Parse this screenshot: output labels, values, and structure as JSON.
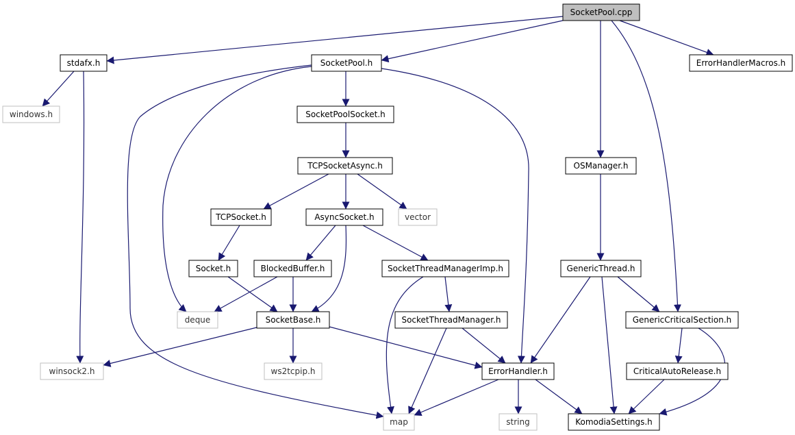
{
  "colors": {
    "edge": "#191970",
    "node_border": "#000000",
    "external_border": "#bfbfbf",
    "root_fill": "#bfbfbf",
    "node_fill": "#ffffff"
  },
  "nodes": [
    {
      "id": "socketpool_cpp",
      "label": "SocketPool.cpp",
      "kind": "root"
    },
    {
      "id": "stdafx_h",
      "label": "stdafx.h",
      "kind": "file"
    },
    {
      "id": "socketpool_h",
      "label": "SocketPool.h",
      "kind": "file"
    },
    {
      "id": "errorhandlermacros_h",
      "label": "ErrorHandlerMacros.h",
      "kind": "file"
    },
    {
      "id": "windows_h",
      "label": "windows.h",
      "kind": "external"
    },
    {
      "id": "socketpoolsocket_h",
      "label": "SocketPoolSocket.h",
      "kind": "file"
    },
    {
      "id": "tcpsocketasync_h",
      "label": "TCPSocketAsync.h",
      "kind": "file"
    },
    {
      "id": "osmanager_h",
      "label": "OSManager.h",
      "kind": "file"
    },
    {
      "id": "tcpsocket_h",
      "label": "TCPSocket.h",
      "kind": "file"
    },
    {
      "id": "asyncsocket_h",
      "label": "AsyncSocket.h",
      "kind": "file"
    },
    {
      "id": "vector",
      "label": "vector",
      "kind": "external"
    },
    {
      "id": "socket_h",
      "label": "Socket.h",
      "kind": "file"
    },
    {
      "id": "blockedbuffer_h",
      "label": "BlockedBuffer.h",
      "kind": "file"
    },
    {
      "id": "socketthreadmanagerimp_h",
      "label": "SocketThreadManagerImp.h",
      "kind": "file"
    },
    {
      "id": "genericthread_h",
      "label": "GenericThread.h",
      "kind": "file"
    },
    {
      "id": "deque",
      "label": "deque",
      "kind": "external"
    },
    {
      "id": "socketbase_h",
      "label": "SocketBase.h",
      "kind": "file"
    },
    {
      "id": "socketthreadmanager_h",
      "label": "SocketThreadManager.h",
      "kind": "file"
    },
    {
      "id": "genericcriticalsection_h",
      "label": "GenericCriticalSection.h",
      "kind": "file"
    },
    {
      "id": "winsock2_h",
      "label": "winsock2.h",
      "kind": "external"
    },
    {
      "id": "ws2tcpip_h",
      "label": "ws2tcpip.h",
      "kind": "external"
    },
    {
      "id": "errorhandler_h",
      "label": "ErrorHandler.h",
      "kind": "file"
    },
    {
      "id": "criticalautorelease_h",
      "label": "CriticalAutoRelease.h",
      "kind": "file"
    },
    {
      "id": "map",
      "label": "map",
      "kind": "external"
    },
    {
      "id": "string",
      "label": "string",
      "kind": "external"
    },
    {
      "id": "komodiasettings_h",
      "label": "KomodiaSettings.h",
      "kind": "file"
    }
  ],
  "edges": [
    {
      "from": "socketpool_cpp",
      "to": "stdafx_h"
    },
    {
      "from": "socketpool_cpp",
      "to": "socketpool_h"
    },
    {
      "from": "socketpool_cpp",
      "to": "errorhandlermacros_h"
    },
    {
      "from": "socketpool_cpp",
      "to": "osmanager_h"
    },
    {
      "from": "socketpool_cpp",
      "to": "genericcriticalsection_h"
    },
    {
      "from": "stdafx_h",
      "to": "windows_h"
    },
    {
      "from": "stdafx_h",
      "to": "winsock2_h"
    },
    {
      "from": "socketpool_h",
      "to": "socketpoolsocket_h"
    },
    {
      "from": "socketpool_h",
      "to": "deque"
    },
    {
      "from": "socketpool_h",
      "to": "map"
    },
    {
      "from": "socketpool_h",
      "to": "errorhandler_h"
    },
    {
      "from": "socketpoolsocket_h",
      "to": "tcpsocketasync_h"
    },
    {
      "from": "tcpsocketasync_h",
      "to": "tcpsocket_h"
    },
    {
      "from": "tcpsocketasync_h",
      "to": "asyncsocket_h"
    },
    {
      "from": "tcpsocketasync_h",
      "to": "vector"
    },
    {
      "from": "tcpsocket_h",
      "to": "socket_h"
    },
    {
      "from": "socket_h",
      "to": "socketbase_h"
    },
    {
      "from": "asyncsocket_h",
      "to": "blockedbuffer_h"
    },
    {
      "from": "asyncsocket_h",
      "to": "socketbase_h"
    },
    {
      "from": "asyncsocket_h",
      "to": "socketthreadmanagerimp_h"
    },
    {
      "from": "blockedbuffer_h",
      "to": "deque"
    },
    {
      "from": "blockedbuffer_h",
      "to": "socketbase_h"
    },
    {
      "from": "socketthreadmanagerimp_h",
      "to": "socketthreadmanager_h"
    },
    {
      "from": "socketthreadmanagerimp_h",
      "to": "map"
    },
    {
      "from": "socketthreadmanager_h",
      "to": "errorhandler_h"
    },
    {
      "from": "socketthreadmanager_h",
      "to": "map"
    },
    {
      "from": "socketbase_h",
      "to": "winsock2_h"
    },
    {
      "from": "socketbase_h",
      "to": "ws2tcpip_h"
    },
    {
      "from": "socketbase_h",
      "to": "errorhandler_h"
    },
    {
      "from": "osmanager_h",
      "to": "genericthread_h"
    },
    {
      "from": "genericthread_h",
      "to": "genericcriticalsection_h"
    },
    {
      "from": "genericthread_h",
      "to": "errorhandler_h"
    },
    {
      "from": "genericthread_h",
      "to": "komodiasettings_h"
    },
    {
      "from": "genericcriticalsection_h",
      "to": "criticalautorelease_h"
    },
    {
      "from": "genericcriticalsection_h",
      "to": "komodiasettings_h"
    },
    {
      "from": "criticalautorelease_h",
      "to": "komodiasettings_h"
    },
    {
      "from": "errorhandler_h",
      "to": "map"
    },
    {
      "from": "errorhandler_h",
      "to": "string"
    },
    {
      "from": "errorhandler_h",
      "to": "komodiasettings_h"
    }
  ]
}
